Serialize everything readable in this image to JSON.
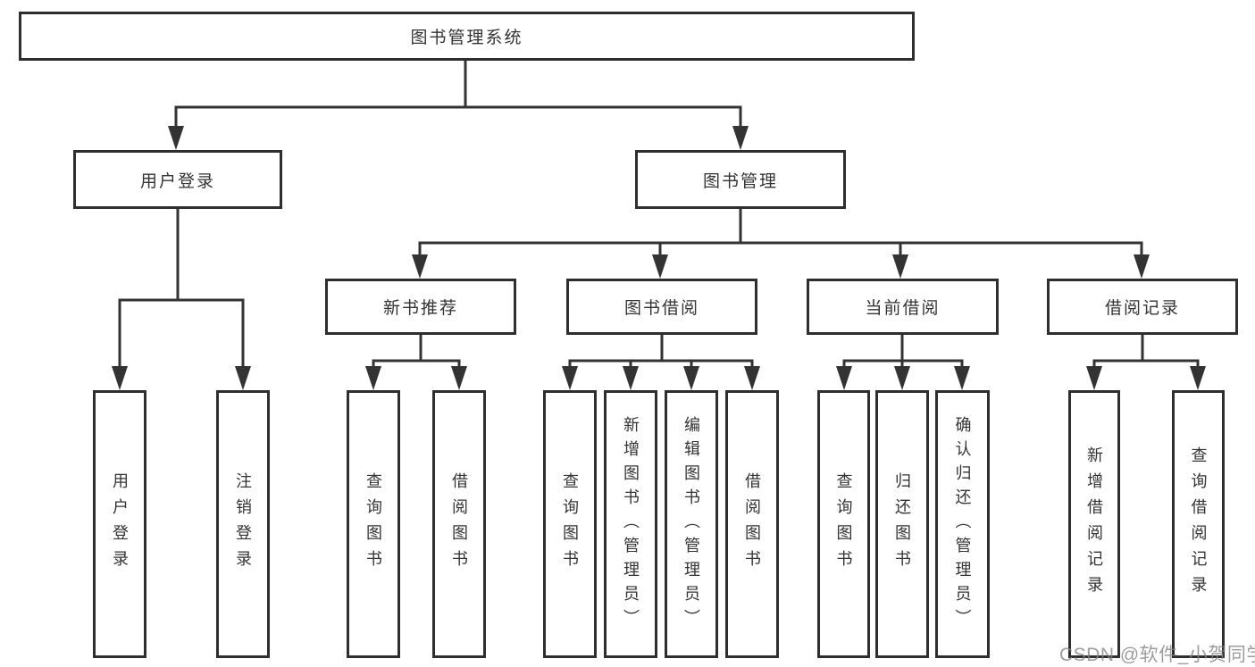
{
  "tree": {
    "root": {
      "label": "图书管理系统"
    },
    "user_login": {
      "label": "用户登录",
      "children": [
        {
          "label": "用户登录"
        },
        {
          "label": "注销登录"
        }
      ]
    },
    "book_mgmt": {
      "label": "图书管理",
      "children": [
        {
          "label": "新书推荐",
          "children": [
            {
              "label": "查询图书"
            },
            {
              "label": "借阅图书"
            }
          ]
        },
        {
          "label": "图书借阅",
          "children": [
            {
              "label": "查询图书"
            },
            {
              "label": "新增图书（管理员）"
            },
            {
              "label": "编辑图书（管理员）"
            },
            {
              "label": "借阅图书"
            }
          ]
        },
        {
          "label": "当前借阅",
          "children": [
            {
              "label": "查询图书"
            },
            {
              "label": "归还图书"
            },
            {
              "label": "确认归还（管理员）"
            }
          ]
        },
        {
          "label": "借阅记录",
          "children": [
            {
              "label": "新增借阅记录"
            },
            {
              "label": "查询借阅记录"
            }
          ]
        }
      ]
    }
  },
  "watermark": {
    "text": "CSDN @软件_小贺同学"
  },
  "colors": {
    "line": "#333333",
    "box_border": "#2e2e2e",
    "text": "#333333",
    "background": "#ffffff",
    "watermark": "#828282"
  }
}
